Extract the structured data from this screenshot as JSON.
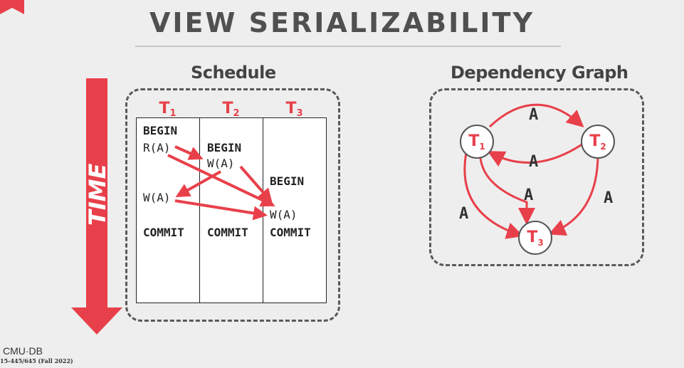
{
  "slide": {
    "title": "VIEW SERIALIZABILITY",
    "time_label": "TIME",
    "footer_logo": "CMU·DB",
    "footer_course": "15-445/645 (Fall 2022)"
  },
  "colors": {
    "accent": "#e8404a",
    "text": "#444444",
    "dash": "#595959"
  },
  "schedule": {
    "title": "Schedule",
    "transactions": [
      {
        "name": "T",
        "sub": "1"
      },
      {
        "name": "T",
        "sub": "2"
      },
      {
        "name": "T",
        "sub": "3"
      }
    ],
    "ops": {
      "t1_begin": "BEGIN",
      "t1_read": "R(A)",
      "t2_begin": "BEGIN",
      "t2_write": "W(A)",
      "t3_begin": "BEGIN",
      "t1_write": "W(A)",
      "t3_write": "W(A)",
      "t1_commit": "COMMIT",
      "t2_commit": "COMMIT",
      "t3_commit": "COMMIT"
    }
  },
  "graph": {
    "title": "Dependency Graph",
    "nodes": [
      {
        "name": "T",
        "sub": "1"
      },
      {
        "name": "T",
        "sub": "2"
      },
      {
        "name": "T",
        "sub": "3"
      }
    ],
    "edges": [
      {
        "from": "T1",
        "to": "T2",
        "label": "A"
      },
      {
        "from": "T2",
        "to": "T1",
        "label": "A"
      },
      {
        "from": "T1",
        "to": "T3",
        "label": "A"
      },
      {
        "from": "T1",
        "to": "T3",
        "label": "A"
      },
      {
        "from": "T2",
        "to": "T3",
        "label": "A"
      }
    ]
  }
}
